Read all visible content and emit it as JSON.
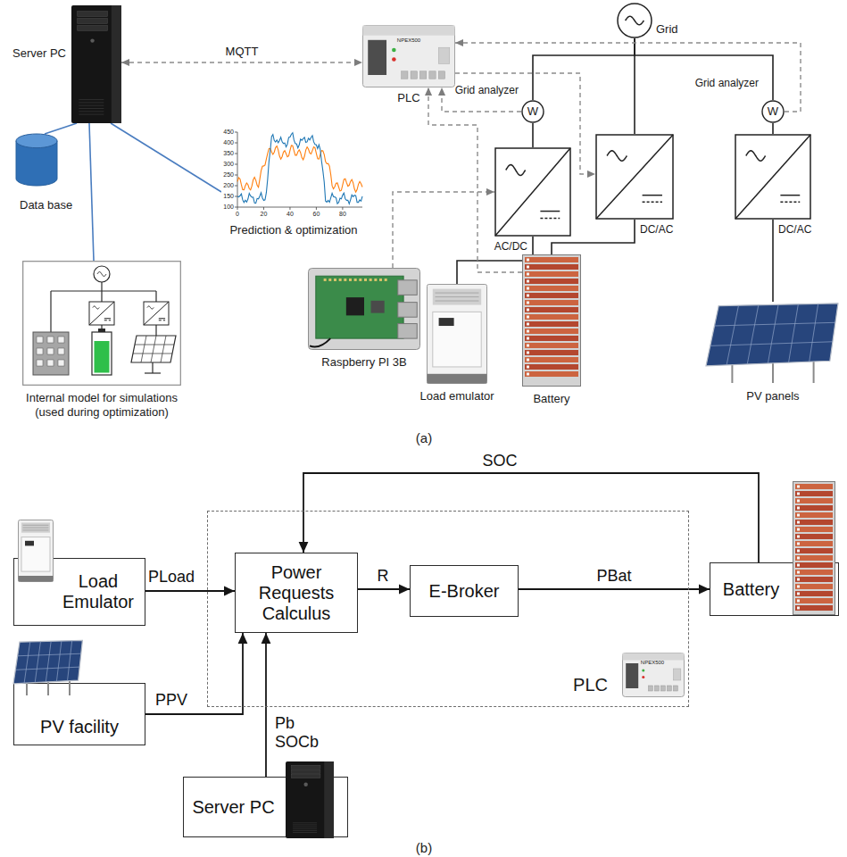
{
  "diagram": {
    "nodes": [
      {
        "text": [
          "Server PC"
        ]
      },
      {
        "text": [
          "Data base"
        ]
      },
      {
        "text": [
          "Internal model for simulations (used during optimization)"
        ]
      },
      {
        "text": [
          "Prediction & optimization"
        ]
      },
      {
        "text": [
          "PLC"
        ]
      },
      {
        "text": [
          "Grid"
        ]
      },
      {
        "text": [
          "W",
          "Grid analyzer"
        ]
      },
      {
        "text": [
          "W",
          "Grid analyzer"
        ]
      },
      {
        "text": [
          "AC/DC"
        ]
      },
      {
        "text": [
          "DC/AC"
        ]
      },
      {
        "text": [
          "DC/AC"
        ]
      },
      {
        "text": [
          "Raspberry PI 3B"
        ]
      },
      {
        "text": [
          "Load emulator"
        ]
      },
      {
        "text": [
          "Battery"
        ]
      },
      {
        "text": [
          "PV panels"
        ]
      },
      {
        "text": [
          "Load Emulator"
        ]
      },
      {
        "text": [
          "PV facility"
        ]
      },
      {
        "text": [
          "PLC"
        ]
      },
      {
        "text": [
          "Power Requests Calculus"
        ],
        "in": 17
      },
      {
        "text": [
          "E-Broker"
        ],
        "in": 17
      },
      {
        "text": [
          "Battery"
        ]
      },
      {
        "text": [
          "Server PC"
        ]
      }
    ],
    "edges": [
      {
        "from": 0,
        "to": 4,
        "arrow": "both",
        "label": "MQTT"
      },
      {
        "from": 0,
        "to": 1,
        "arrow": "none"
      },
      {
        "from": 0,
        "to": 2,
        "arrow": "none"
      },
      {
        "from": 0,
        "to": 3,
        "arrow": "none"
      },
      {
        "from": 5,
        "to": 6,
        "arrow": "none"
      },
      {
        "from": 5,
        "to": 9,
        "arrow": "none"
      },
      {
        "from": 5,
        "to": 7,
        "arrow": "none"
      },
      {
        "from": 6,
        "to": 8,
        "arrow": "none"
      },
      {
        "from": 7,
        "to": 10,
        "arrow": "none"
      },
      {
        "from": 8,
        "to": 12,
        "arrow": "none"
      },
      {
        "from": 9,
        "to": 13,
        "arrow": "none"
      },
      {
        "from": 10,
        "to": 14,
        "arrow": "none"
      },
      {
        "from": 6,
        "to": 4,
        "arrow": "to"
      },
      {
        "from": 7,
        "to": 4,
        "arrow": "to"
      },
      {
        "from": 4,
        "to": 9,
        "arrow": "to"
      },
      {
        "from": 11,
        "to": 8,
        "arrow": "to"
      },
      {
        "from": 13,
        "to": 4,
        "arrow": "to"
      },
      {
        "from": 15,
        "to": 18,
        "arrow": "to",
        "label": "PLoad"
      },
      {
        "from": 16,
        "to": 18,
        "arrow": "to",
        "label": "PPV"
      },
      {
        "from": 18,
        "to": 19,
        "arrow": "to",
        "label": "R"
      },
      {
        "from": 19,
        "to": 20,
        "arrow": "to",
        "label": "PBat"
      },
      {
        "from": 20,
        "to": 18,
        "arrow": "to",
        "label": "SOC"
      },
      {
        "from": 21,
        "to": 18,
        "arrow": "to",
        "label": "Pb SOCb"
      }
    ],
    "labels": [
      "(a)",
      "(b)",
      "450",
      "400",
      "350",
      "300",
      "250",
      "200",
      "150",
      "100",
      "0",
      "20",
      "40",
      "60",
      "80",
      "NPEX500",
      "NPEX500"
    ]
  }
}
